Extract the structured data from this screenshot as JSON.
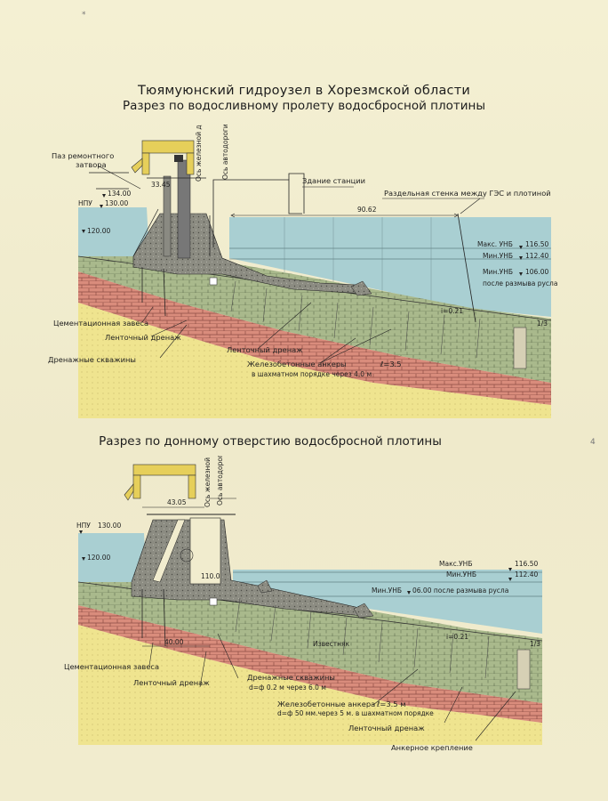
{
  "page_mark_left": "*",
  "page_mark_right": "4",
  "title_line1": "Тюямуюнский гидроузел в Хорезмской области",
  "title_line2": "Разрез по водосливному пролету водосбросной плотины",
  "title_line3": "Разрез по донному отверстию водосбросной плотины",
  "section1": {
    "gate_slot": "Паз ремонтного",
    "gate_slot2": "затвора",
    "rail_axis": "Ось железной дороги",
    "road_axis": "Ось автодороги",
    "dim_3345": "33.45",
    "lvl_13400": "134.00",
    "npu": "НПУ",
    "npu_val": "130.00",
    "lvl_12000": "120.00",
    "station": "Здание станции",
    "wall": "Раздельная стенка между ГЭС и плотиной",
    "dim_9062": "90.62",
    "max_unb": "Макс. УНБ",
    "max_unb_val": "116.50",
    "min_unb": "Мин.УНБ",
    "min_unb_val": "112.40",
    "min_unb2": "Мин.УНБ",
    "min_unb2_val": "106.00",
    "after_erosion": "после размыва русла",
    "slope_i": "i=0.21",
    "slope_13": "1/3",
    "grout": "Цементационная завеса",
    "drain_strip": "Ленточный дренаж",
    "drain_wells": "Дренажные скважины",
    "drain_strip2": "Ленточный дренаж",
    "anchors": "Железобетонные анкеры",
    "anchors_l": "ℓ=3.5",
    "anchors_pattern": "в шахматном порядке через 4.0 м"
  },
  "section2": {
    "rail_axis": "Ось железной дороги",
    "road_axis": "Ось автодороги",
    "dim_4305": "43.05",
    "npu": "НПУ",
    "npu_val": "130.00",
    "lvl_12000": "120.00",
    "lvl_11000": "110.0",
    "dim_4000": "40.00",
    "max_unb": "Макс.УНБ",
    "max_unb_val": "116.50",
    "min_unb": "Мин.УНБ",
    "min_unb_val": "112.40",
    "min_unb2": "Мин.УНБ",
    "min_unb2_text": "06.00 после размыва русла",
    "limestone": "Известняк",
    "slope_i": "i=0.21",
    "slope_13": "1/3",
    "grout": "Цементационная завеса",
    "drain_strip": "Ленточный дренаж",
    "drain_wells": "Дренажные скважины",
    "drain_wells_d": "d=ф 0.2 м через 6.0 м",
    "anchors": "Железобетонные анкера",
    "anchors_l": "ℓ=3.5 м",
    "anchors_d": "d=ф 50 мм.через 5 м. в шахматном порядке",
    "drain_strip2": "Ленточный дренаж",
    "anchor_fix": "Анкерное крепление"
  },
  "colors": {
    "water": "#a9cfd2",
    "sand": "#eee48c",
    "brick": "#d7897a",
    "mortar": "#8f4e45",
    "green": "#a8b88a",
    "concrete": "#8a8a7f",
    "crane": "#e6cf5a"
  }
}
